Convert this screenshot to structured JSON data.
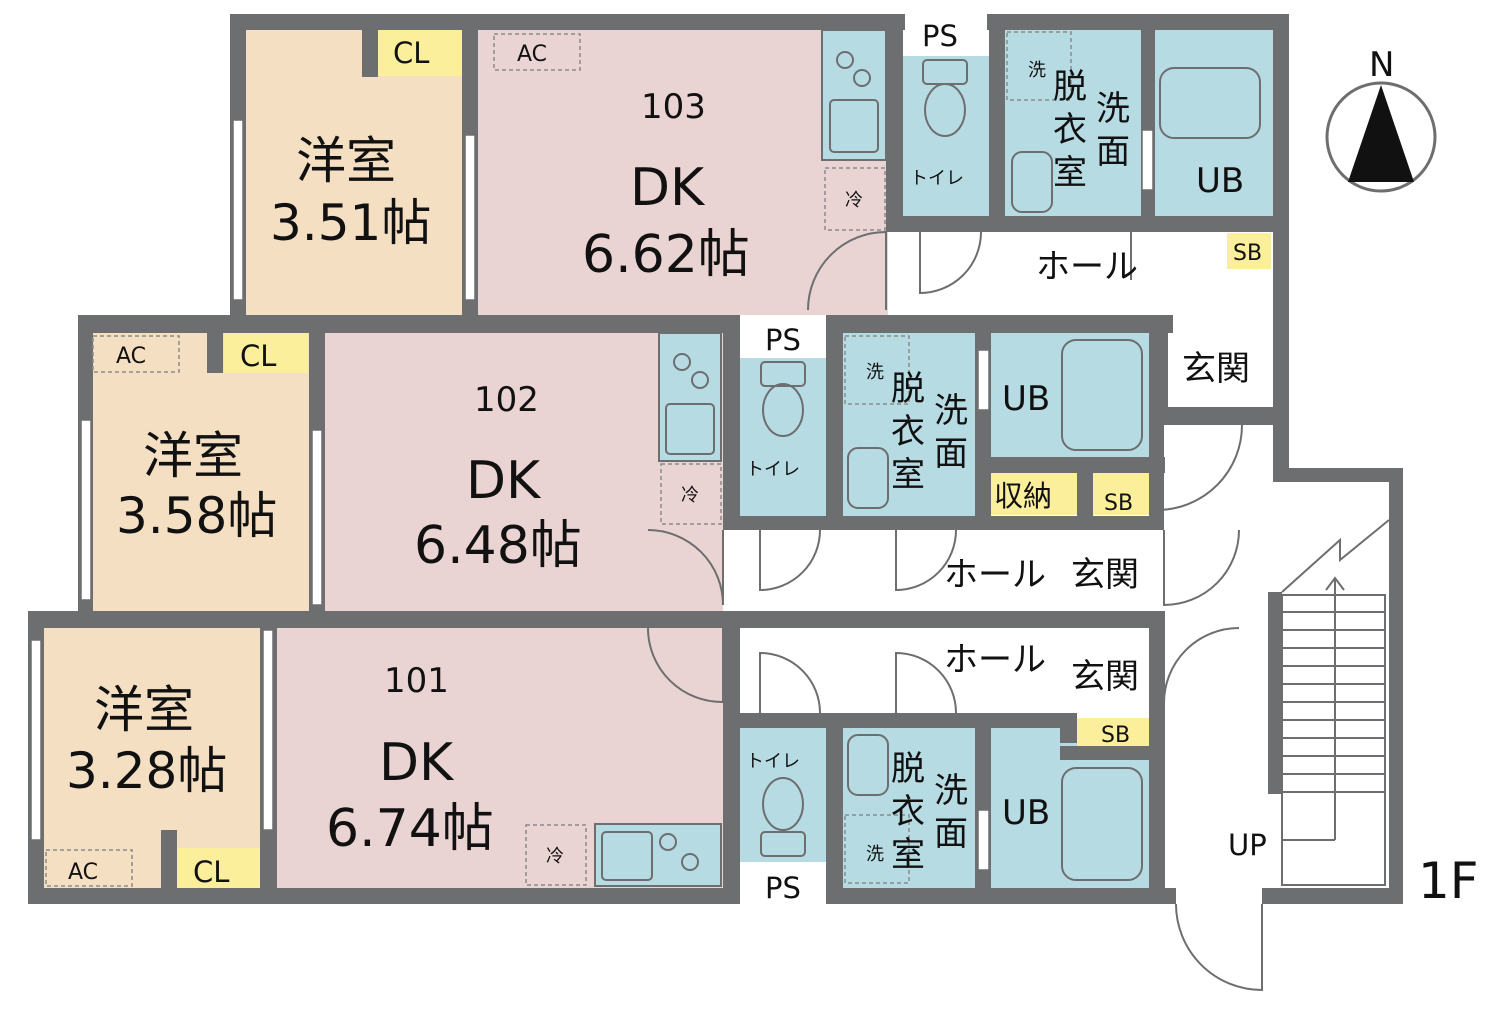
{
  "floor": "1F",
  "north": "N",
  "units": {
    "u103": {
      "number": "103",
      "bedroom_name": "洋室",
      "bedroom_size": "3.51帖",
      "dk_name": "DK",
      "dk_size": "6.62帖",
      "closet": "CL",
      "ac": "AC",
      "toilet": "トイレ",
      "washroom": [
        "脱",
        "衣",
        "室"
      ],
      "wash_basin": [
        "洗",
        "面"
      ],
      "washer": "洗",
      "fridge": "冷",
      "bath": "UB",
      "hall": "ホール",
      "entrance": "玄関",
      "shoebox": "SB",
      "pipe": "PS"
    },
    "u102": {
      "number": "102",
      "bedroom_name": "洋室",
      "bedroom_size": "3.58帖",
      "dk_name": "DK",
      "dk_size": "6.48帖",
      "closet": "CL",
      "ac": "AC",
      "toilet": "トイレ",
      "washroom": [
        "脱",
        "衣",
        "室"
      ],
      "wash_basin": [
        "洗",
        "面"
      ],
      "washer": "洗",
      "fridge": "冷",
      "bath": "UB",
      "hall": "ホール",
      "entrance": "玄関",
      "shoebox": "SB",
      "storage": "収納",
      "pipe": "PS"
    },
    "u101": {
      "number": "101",
      "bedroom_name": "洋室",
      "bedroom_size": "3.28帖",
      "dk_name": "DK",
      "dk_size": "6.74帖",
      "closet": "CL",
      "ac": "AC",
      "toilet": "トイレ",
      "washroom": [
        "脱",
        "衣",
        "室"
      ],
      "wash_basin": [
        "洗",
        "面"
      ],
      "washer": "洗",
      "fridge": "冷",
      "bath": "UB",
      "hall": "ホール",
      "entrance": "玄関",
      "shoebox": "SB",
      "pipe": "PS"
    }
  },
  "stairs": {
    "label": "UP"
  },
  "colors": {
    "wall": "#6d6e70",
    "bedroom": "#f4dfc2",
    "dk": "#ead4d3",
    "wet": "#b7dbe3",
    "closet": "#fbef9c",
    "hall": "#ffffff"
  }
}
